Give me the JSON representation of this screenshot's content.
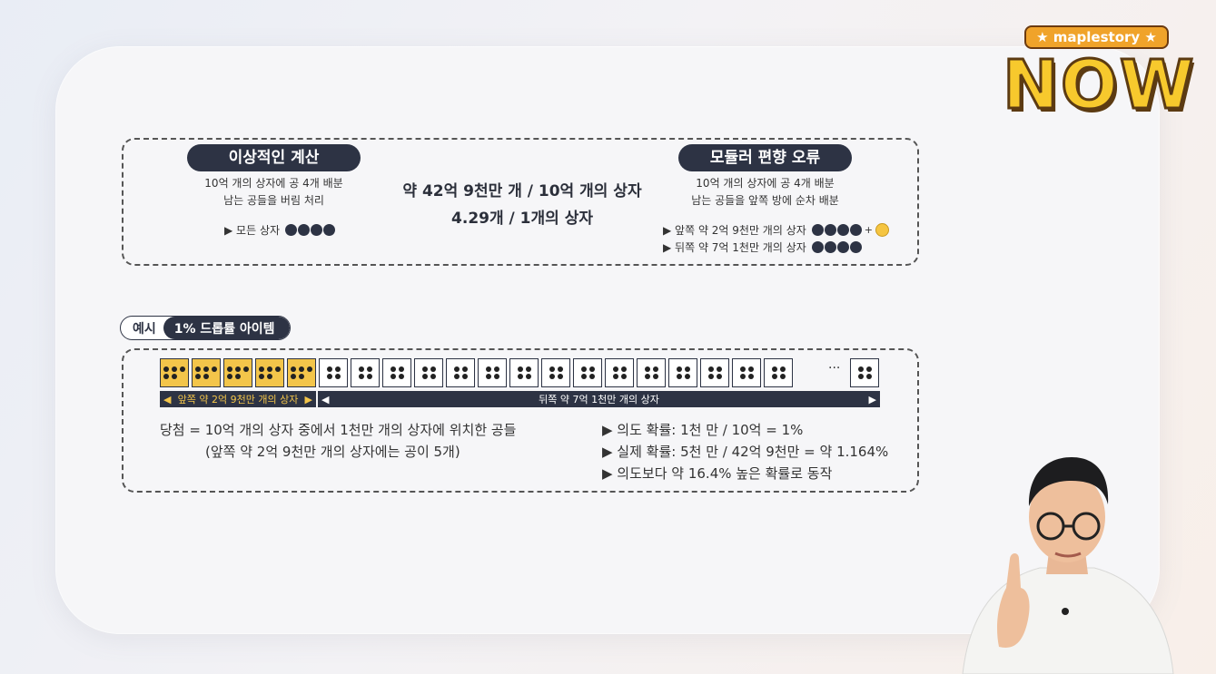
{
  "logo": {
    "caption": "★ maplestory ★",
    "title": "NOW"
  },
  "top": {
    "left": {
      "title": "이상적인 계산",
      "line1": "10억 개의 상자에 공 4개 배분",
      "line2": "남는 공들을 버림 처리",
      "item": "▶ 모든 상자"
    },
    "center": {
      "line1": "약 42억 9천만 개 / 10억 개의 상자",
      "line2": "4.29개 / 1개의 상자"
    },
    "right": {
      "title": "모듈러 편향 오류",
      "line1": "10억 개의 상자에 공 4개 배분",
      "line2": "남는 공들을 앞쪽 방에 순차 배분",
      "item1": "▶ 앞쪽 약 2억 9천만 개의 상자",
      "item2": "▶ 뒤쪽 약 7억 1천만 개의 상자",
      "plus": "+"
    }
  },
  "example": {
    "tag_a": "예시",
    "tag_b": "1% 드롭률 아이템",
    "ellipsis": "···",
    "front_label": "앞쪽 약 2억 9천만 개의 상자",
    "back_label": "뒤쪽 약 7억 1천만 개의 상자",
    "arrow_left": "◀",
    "arrow_right": "▶",
    "win_line1": "당첨 = 10억 개의 상자 중에서 1천만 개의 상자에 위치한 공들",
    "win_line2": "(앞쪽 약 2억 9천만 개의 상자에는 공이 5개)",
    "stat1": "▶ 의도 확률: 1천 만 / 10억 = 1%",
    "stat2": "▶ 실제 확률: 5천 만 / 42억 9천만 = 약 1.164%",
    "stat3": "▶ 의도보다 약 16.4% 높은 확률로 동작"
  },
  "colors": {
    "navy": "#2d3344",
    "gold": "#f3c54a"
  }
}
